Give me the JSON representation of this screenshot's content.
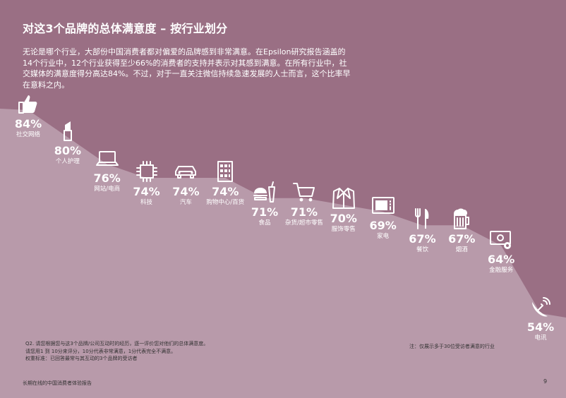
{
  "page": {
    "title": "对这3个品牌的总体满意度 – 按行业划分",
    "intro": "无论是哪个行业，大部份中国消费者都对偏爱的品牌感到非常满意。在Epsilon研究报告涵盖的14个行业中，12个行业获得至少66%的消费者的支持并表示对其感到满意。在所有行业中，社交媒体的满意度得分高达84%。不过，对于一直关注微信持续急速发展的人士而言，这个比率早在意料之内。",
    "footnote_q": "Q2. 请您根据您与这3个品牌/公司互动时的经历，逐一评价您对他们的总体满意度。",
    "footnote_scale": "请您用1 到 10分来评分，10分代表非常满意，1分代表完全不满意。",
    "footnote_base": "权重标准：已回答最常与其互动的3个品牌的受访者",
    "note": "注：仅展示多于30位受访者满意的行业",
    "footer": "长期在线的中国消费者体验报告",
    "page_number": "9"
  },
  "colors": {
    "background": "#9a6f84",
    "area": "#b89aaa",
    "text": "#ffffff",
    "footer_text": "#333333"
  },
  "chart_data": {
    "type": "area",
    "title": "对这3个品牌的总体满意度 – 按行业划分",
    "unit": "%",
    "ylim": [
      0,
      100
    ],
    "grid": false,
    "categories": [
      "社交网络",
      "个人护理",
      "网站/电商",
      "科技",
      "汽车",
      "购物中心/百货",
      "食品",
      "杂货/超市零售",
      "服饰零售",
      "家电",
      "餐饮",
      "烟酒",
      "金融服务",
      "电讯"
    ],
    "values": [
      84,
      80,
      76,
      74,
      74,
      74,
      71,
      71,
      70,
      69,
      67,
      67,
      64,
      54
    ],
    "labels": [
      "84%",
      "80%",
      "76%",
      "74%",
      "74%",
      "74%",
      "71%",
      "71%",
      "70%",
      "69%",
      "67%",
      "67%",
      "64%",
      "54%"
    ],
    "icons": [
      "thumbs-up-icon",
      "lipstick-icon",
      "laptop-icon",
      "chip-icon",
      "car-icon",
      "building-icon",
      "burger-drink-icon",
      "shopping-cart-icon",
      "jacket-icon",
      "microwave-icon",
      "fork-knife-icon",
      "beer-mug-icon",
      "money-icon",
      "satellite-dish-icon"
    ]
  }
}
